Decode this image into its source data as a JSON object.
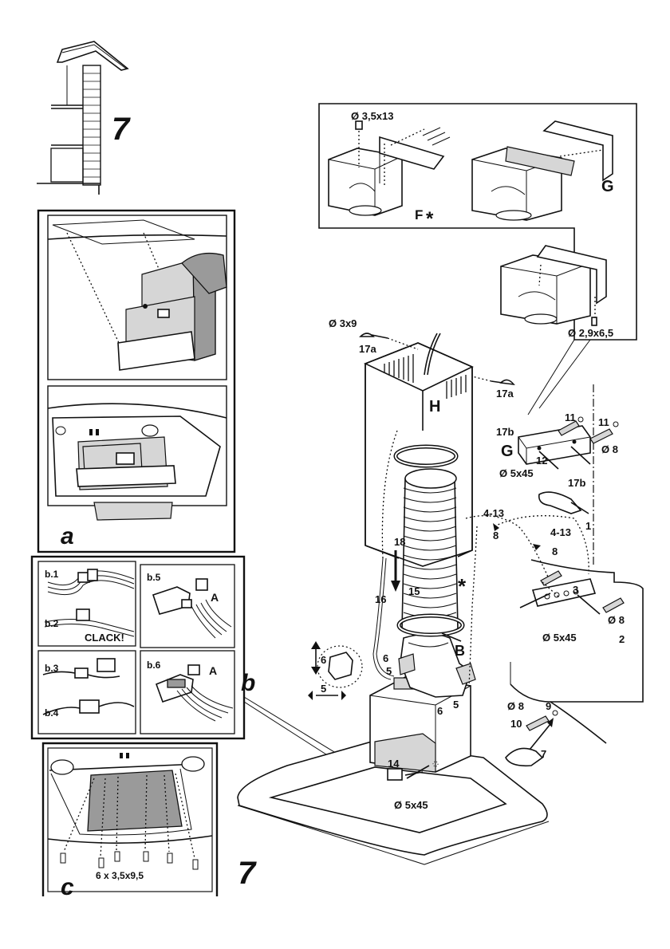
{
  "step_number": "7",
  "step_number_bottom": "7",
  "panel_a": {
    "letter": "a"
  },
  "panel_b": {
    "letter": "b",
    "b1": "b.1",
    "b2": "b.2",
    "clack": "CLACK!",
    "b3": "b.3",
    "b4": "b.4",
    "b5": "b.5",
    "b5_A": "A",
    "b6": "b.6",
    "b6_A": "A"
  },
  "panel_c": {
    "letter": "c",
    "screws": "6 x 3,5x9,5"
  },
  "inset": {
    "screw_top": "Ø 3,5x13",
    "label_F": "F",
    "asterisk": "*",
    "label_G": "G",
    "screw_bottom": "Ø 2,9x6,5"
  },
  "main": {
    "screw_3x9": "Ø 3x9",
    "part_17a_left": "17a",
    "part_17a_right": "17a",
    "label_H": "H",
    "part_17b": "17b",
    "label_G": "G",
    "part_11_left": "11",
    "part_11_right": "11",
    "dia_8_top": "Ø 8",
    "part_12": "12",
    "screw_5x45_top": "Ø 5x45",
    "part_17b_right": "17b",
    "part_1": "1",
    "part_4_13_top": "4-13",
    "part_8_top": "8",
    "part_4_13_mid": "4-13",
    "part_8_mid": "8",
    "part_18": "18",
    "part_16": "16",
    "part_15": "15",
    "asterisk": "*",
    "part_3": "3",
    "dia_8_right": "Ø 8",
    "screw_5x45_right": "Ø 5x45",
    "part_2": "2",
    "label_B": "B",
    "part_6_left": "6",
    "part_5_left": "5",
    "part_6_right": "6",
    "part_5_right": "5",
    "part_6_detail": "6",
    "part_5_detail": "5",
    "dia_8_bottom": "Ø 8",
    "part_9": "9",
    "part_10": "10",
    "part_7": "7",
    "part_14": "14",
    "screw_5x45_bottom": "Ø 5x45"
  }
}
